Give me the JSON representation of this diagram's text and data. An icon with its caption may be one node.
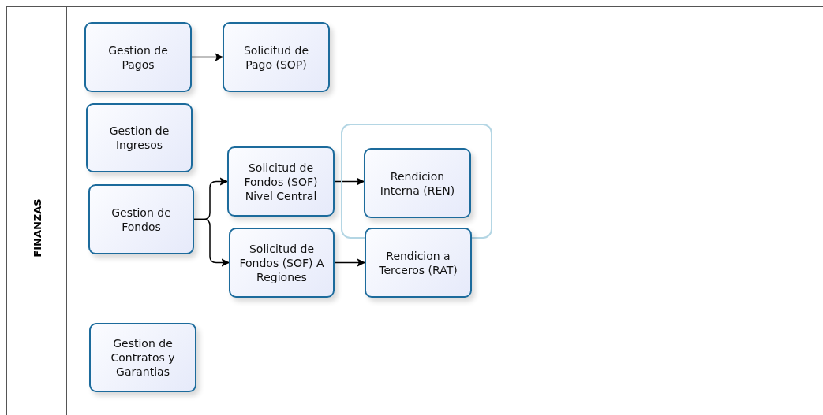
{
  "diagram": {
    "nodes": [
      {
        "text": [
          "FINANZAS"
        ]
      },
      {
        "text": [
          "Gestion de Pagos"
        ],
        "in": 0
      },
      {
        "text": [
          "Solicitud de Pago (SOP)"
        ],
        "in": 0
      },
      {
        "text": [
          "Gestion de Ingresos"
        ],
        "in": 0
      },
      {
        "text": [
          "Gestion de Fondos"
        ],
        "in": 0
      },
      {
        "text": [
          "Solicitud de Fondos (SOF) Nivel Central"
        ],
        "in": 0
      },
      {
        "text": [],
        "shape": "box",
        "in": 0
      },
      {
        "text": [
          "Rendicion Interna (REN)"
        ],
        "in": 6
      },
      {
        "text": [
          "Solicitud de Fondos (SOF) A Regiones"
        ],
        "in": 0
      },
      {
        "text": [
          "Rendicion a Terceros (RAT)"
        ],
        "in": 0
      },
      {
        "text": [
          "Gestion de Contratos y Garantias"
        ],
        "in": 0
      }
    ],
    "edges": [
      {
        "from": 1,
        "to": 2,
        "arrow": "to"
      },
      {
        "from": 4,
        "to": 5,
        "arrow": "to"
      },
      {
        "from": 4,
        "to": 8,
        "arrow": "to"
      },
      {
        "from": 5,
        "to": 7,
        "arrow": "to"
      },
      {
        "from": 8,
        "to": 9,
        "arrow": "to"
      }
    ]
  }
}
